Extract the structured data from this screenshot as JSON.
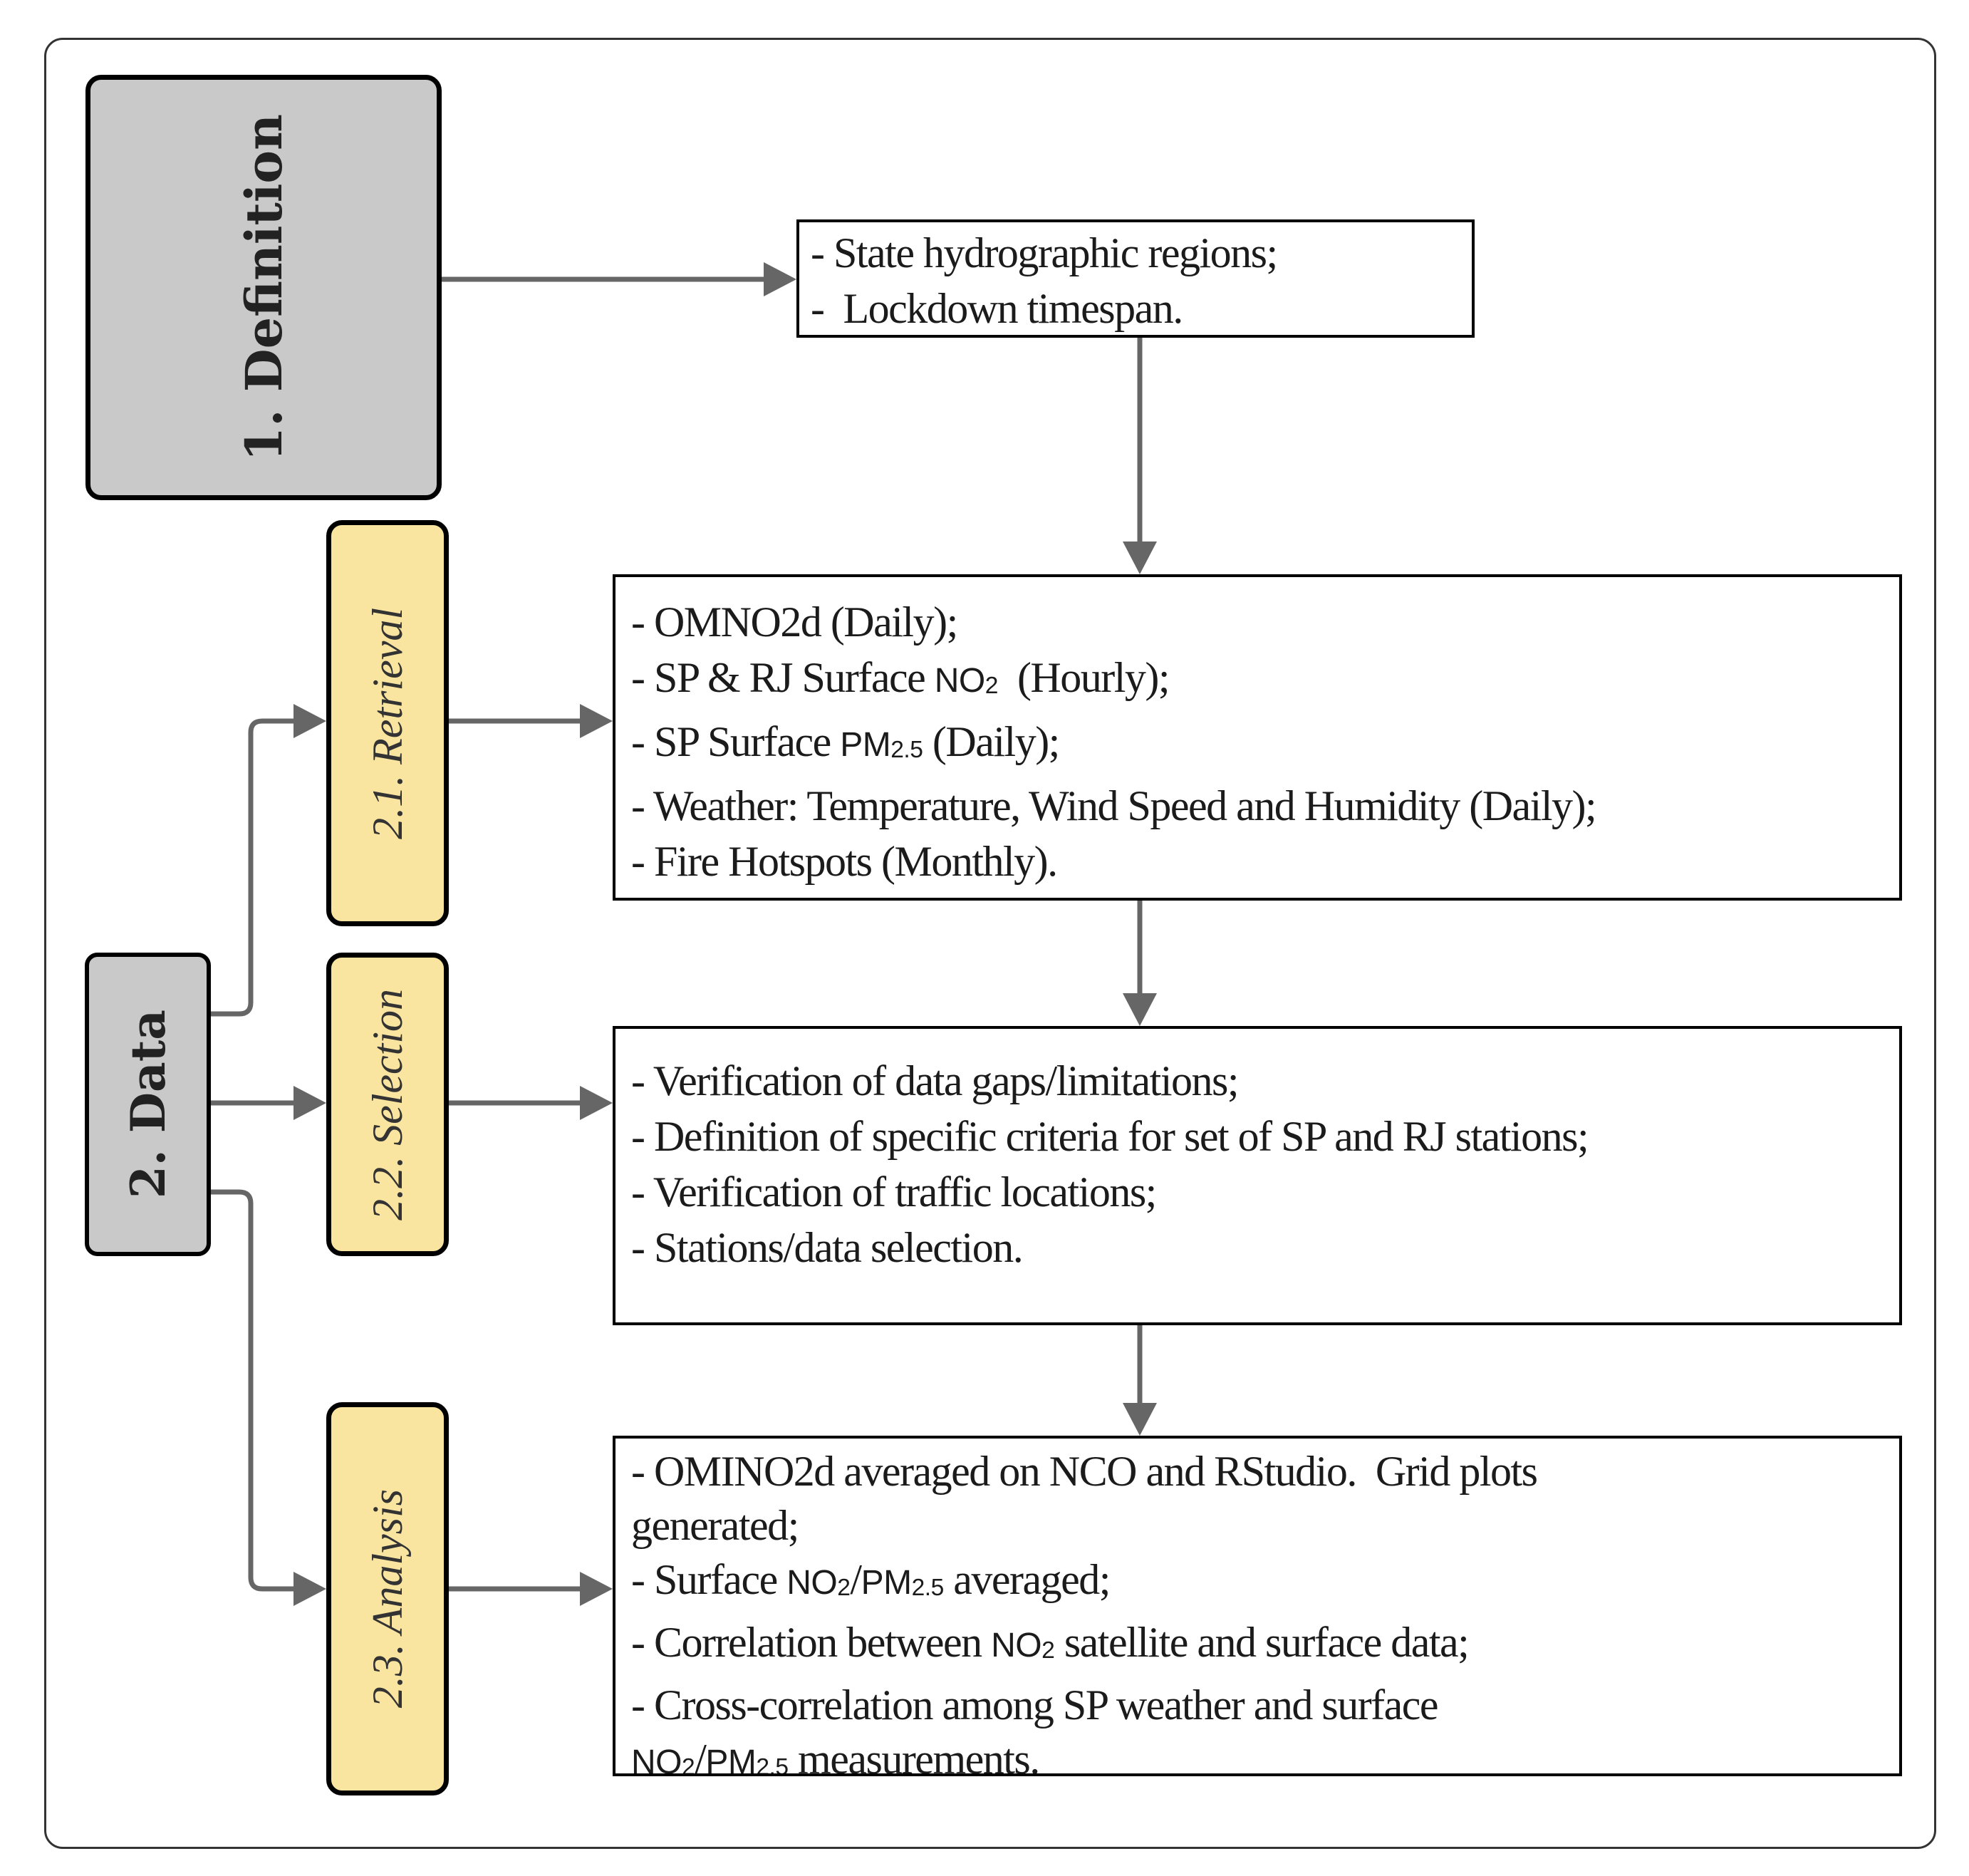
{
  "colors": {
    "gray_fill": "#c9c9c9",
    "yellow_fill": "#fae5a0",
    "box_border": "#000000",
    "arrow": "#666666",
    "frame_border": "#333333",
    "text": "#1b1b1b"
  },
  "stages": {
    "definition": {
      "label": "1. Definition"
    },
    "data": {
      "label": "2. Data"
    }
  },
  "steps": {
    "retrieval": {
      "label": "2.1. Retrieval"
    },
    "selection": {
      "label": "2.2. Selection"
    },
    "analysis": {
      "label": "2.3. Analysis"
    }
  },
  "details": {
    "definition": {
      "lines": [
        [
          {
            "t": "- State hydrographic regions;"
          }
        ],
        [
          {
            "t": "-  Lockdown timespan."
          }
        ]
      ]
    },
    "retrieval": {
      "lines": [
        [
          {
            "t": "- OMNO2d (Daily);"
          }
        ],
        [
          {
            "t": "- SP & RJ Surface "
          },
          {
            "t": "NO",
            "chem": true
          },
          {
            "t": "2",
            "chem": true,
            "sub": true
          },
          {
            "t": "  (Hourly);"
          }
        ],
        [
          {
            "t": "- SP Surface "
          },
          {
            "t": "PM",
            "chem": true
          },
          {
            "t": "2.5",
            "chem": true,
            "sub": true
          },
          {
            "t": " (Daily);"
          }
        ],
        [
          {
            "t": "- Weather: Temperature, Wind Speed and Humidity (Daily);"
          }
        ],
        [
          {
            "t": "- Fire Hotspots (Monthly)."
          }
        ]
      ]
    },
    "selection": {
      "lines": [
        [
          {
            "t": "- Verification of data gaps/limitations;"
          }
        ],
        [
          {
            "t": "- Definition of specific criteria for set of SP and RJ stations;"
          }
        ],
        [
          {
            "t": "- Verification of traffic locations;"
          }
        ],
        [
          {
            "t": "- Stations/data selection."
          }
        ]
      ]
    },
    "analysis": {
      "lines": [
        [
          {
            "t": "- OMINO2d averaged on NCO and RStudio.  Grid plots"
          },
          {
            "br": true
          },
          {
            "t": "generated;"
          }
        ],
        [
          {
            "t": "- Surface "
          },
          {
            "t": "NO",
            "chem": true
          },
          {
            "t": "2",
            "chem": true,
            "sub": true
          },
          {
            "t": "/"
          },
          {
            "t": "PM",
            "chem": true
          },
          {
            "t": "2.5",
            "chem": true,
            "sub": true
          },
          {
            "t": " averaged;"
          }
        ],
        [
          {
            "t": "- Correlation between "
          },
          {
            "t": "NO",
            "chem": true
          },
          {
            "t": "2",
            "chem": true,
            "sub": true
          },
          {
            "t": " satellite and surface data;"
          }
        ],
        [
          {
            "t": "- Cross-correlation among SP weather and surface"
          },
          {
            "br": true
          },
          {
            "t": "NO",
            "chem": true
          },
          {
            "t": "2",
            "chem": true,
            "sub": true
          },
          {
            "t": "/"
          },
          {
            "t": "PM",
            "chem": true
          },
          {
            "t": "2.5",
            "chem": true,
            "sub": true
          },
          {
            "t": " measurements."
          }
        ]
      ]
    }
  }
}
